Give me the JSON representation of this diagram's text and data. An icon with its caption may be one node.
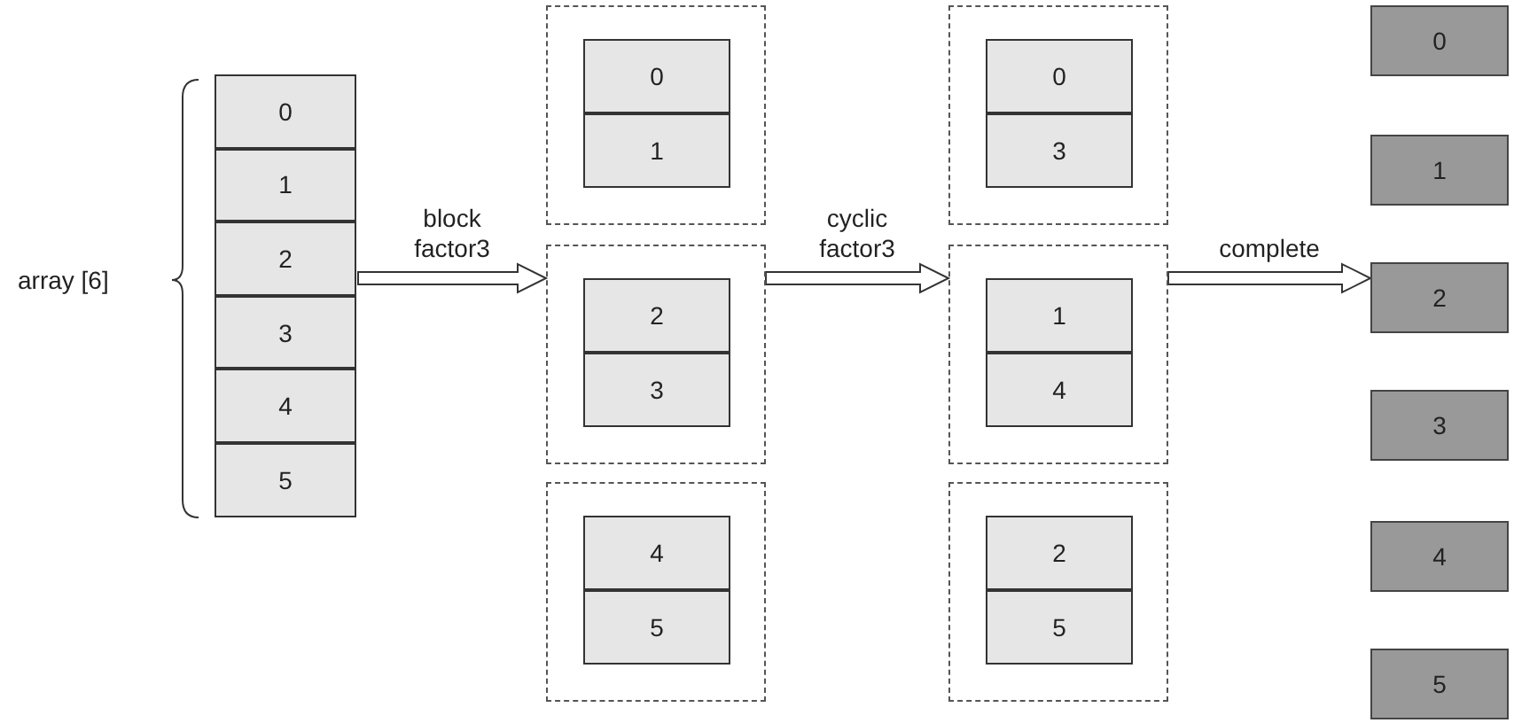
{
  "diagram": {
    "nodes": [
      {
        "text": [],
        "shape": "box"
      },
      {
        "text": [
          "0"
        ],
        "in": 0
      },
      {
        "text": [
          "1"
        ],
        "in": 0
      },
      {
        "text": [
          "2"
        ],
        "in": 0
      },
      {
        "text": [
          "3"
        ],
        "in": 0
      },
      {
        "text": [
          "4"
        ],
        "in": 0
      },
      {
        "text": [
          "5"
        ],
        "in": 0
      },
      {
        "text": [],
        "shape": "box"
      },
      {
        "text": [
          "0"
        ],
        "in": 7
      },
      {
        "text": [
          "1"
        ],
        "in": 7
      },
      {
        "text": [],
        "shape": "box"
      },
      {
        "text": [
          "2"
        ],
        "in": 10
      },
      {
        "text": [
          "3"
        ],
        "in": 10
      },
      {
        "text": [],
        "shape": "box"
      },
      {
        "text": [
          "4"
        ],
        "in": 13
      },
      {
        "text": [
          "5"
        ],
        "in": 13
      },
      {
        "text": [],
        "shape": "box"
      },
      {
        "text": [
          "0"
        ],
        "in": 16
      },
      {
        "text": [
          "3"
        ],
        "in": 16
      },
      {
        "text": [],
        "shape": "box"
      },
      {
        "text": [
          "1"
        ],
        "in": 19
      },
      {
        "text": [
          "4"
        ],
        "in": 19
      },
      {
        "text": [],
        "shape": "box"
      },
      {
        "text": [
          "2"
        ],
        "in": 22
      },
      {
        "text": [
          "5"
        ],
        "in": 22
      },
      {
        "text": [
          "0"
        ]
      },
      {
        "text": [
          "1"
        ]
      },
      {
        "text": [
          "2"
        ]
      },
      {
        "text": [
          "3"
        ]
      },
      {
        "text": [
          "4"
        ]
      },
      {
        "text": [
          "5"
        ]
      }
    ],
    "edges": [
      {
        "from": 0,
        "to": 10,
        "arrow": "to",
        "label": "block factor3"
      },
      {
        "from": 10,
        "to": 19,
        "arrow": "to",
        "label": "cyclic factor3"
      },
      {
        "from": 19,
        "to": 27,
        "arrow": "to",
        "label": "complete"
      }
    ],
    "labels": [
      "array [6]"
    ]
  }
}
